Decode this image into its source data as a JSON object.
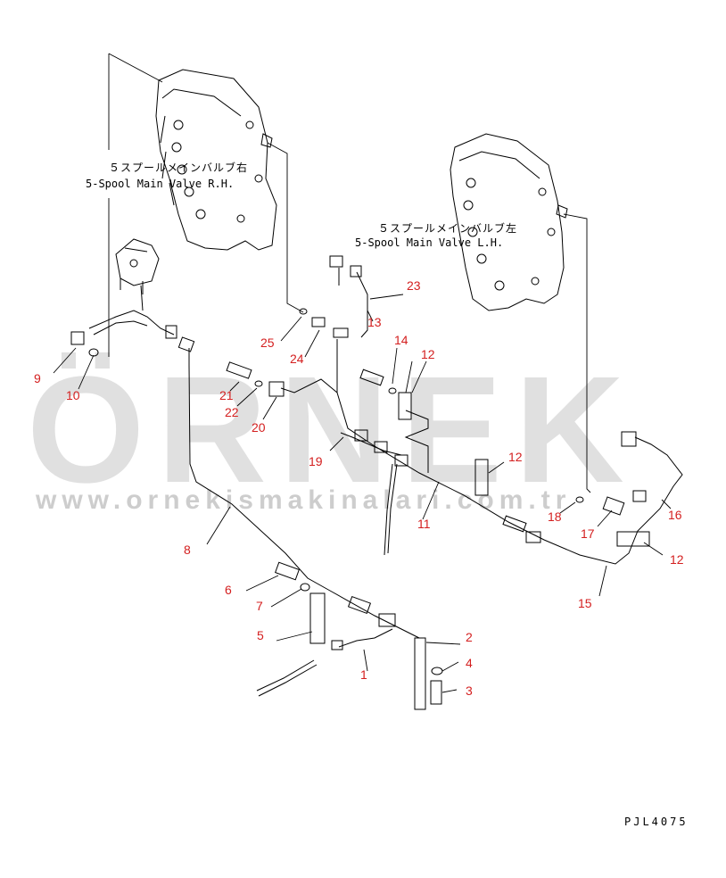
{
  "labels": {
    "rh_jp": "５スプールメインバルブ右",
    "rh_en": "5-Spool Main Valve R.H.",
    "lh_jp": "５スプールメインバルブ左",
    "lh_en": "5-Spool Main Valve L.H."
  },
  "watermark": {
    "text": "ÖRNEK",
    "url": "www.ornekismakinalari.com.tr"
  },
  "drawing_code": "PJL4075",
  "callouts": {
    "c1": "1",
    "c2": "2",
    "c3": "3",
    "c4": "4",
    "c5": "5",
    "c6": "6",
    "c7": "7",
    "c8": "8",
    "c9": "9",
    "c10": "10",
    "c11": "11",
    "c12a": "12",
    "c12b": "12",
    "c12c": "12",
    "c13": "13",
    "c14": "14",
    "c15": "15",
    "c16": "16",
    "c17": "17",
    "c18": "18",
    "c19": "19",
    "c20": "20",
    "c21": "21",
    "c22": "22",
    "c23": "23",
    "c24": "24",
    "c25": "25"
  },
  "colors": {
    "callout": "#d42020",
    "watermark": "#c8c8c8"
  }
}
